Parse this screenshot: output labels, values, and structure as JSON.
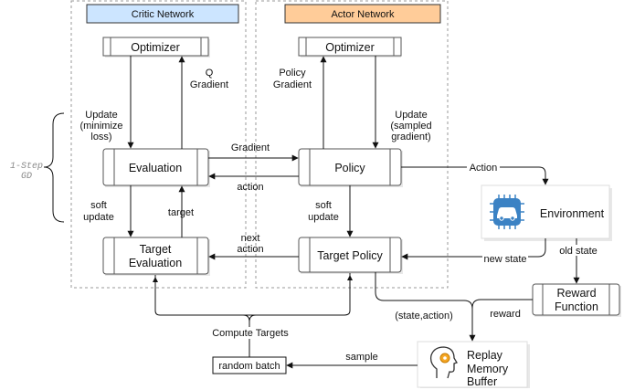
{
  "groups": {
    "critic": {
      "title": "Critic Network",
      "color": "#cce5ff"
    },
    "actor": {
      "title": "Actor Network",
      "color": "#ffcc99"
    }
  },
  "nodes": {
    "critic_optimizer": "Optimizer",
    "actor_optimizer": "Optimizer",
    "evaluation": "Evaluation",
    "policy": "Policy",
    "target_evaluation": [
      "Target",
      "Evaluation"
    ],
    "target_policy": "Target Policy",
    "environment": "Environment",
    "reward_function": [
      "Reward",
      "Function"
    ],
    "replay_memory": [
      "Replay",
      "Memory",
      "Buffer"
    ],
    "random_batch": "random batch"
  },
  "side_label": [
    "1-Step",
    "GD"
  ],
  "edge_labels": {
    "q_gradient": [
      "Q",
      "Gradient"
    ],
    "update_minimize": [
      "Update",
      "(minimize",
      "loss)"
    ],
    "soft_update_critic": [
      "soft",
      "update"
    ],
    "target": "target",
    "gradient": "Gradient",
    "action": "action",
    "next_action": [
      "next",
      "action"
    ],
    "policy_gradient": [
      "Policy",
      "Gradient"
    ],
    "update_sampled": [
      "Update",
      "(sampled",
      "gradient)"
    ],
    "soft_update_actor": [
      "soft",
      "update"
    ],
    "action_env": "Action",
    "new_state": "new state",
    "old_state": "old state",
    "state_action": "(state,action)",
    "reward": "reward",
    "sample": "sample",
    "compute_targets": "Compute Targets"
  }
}
